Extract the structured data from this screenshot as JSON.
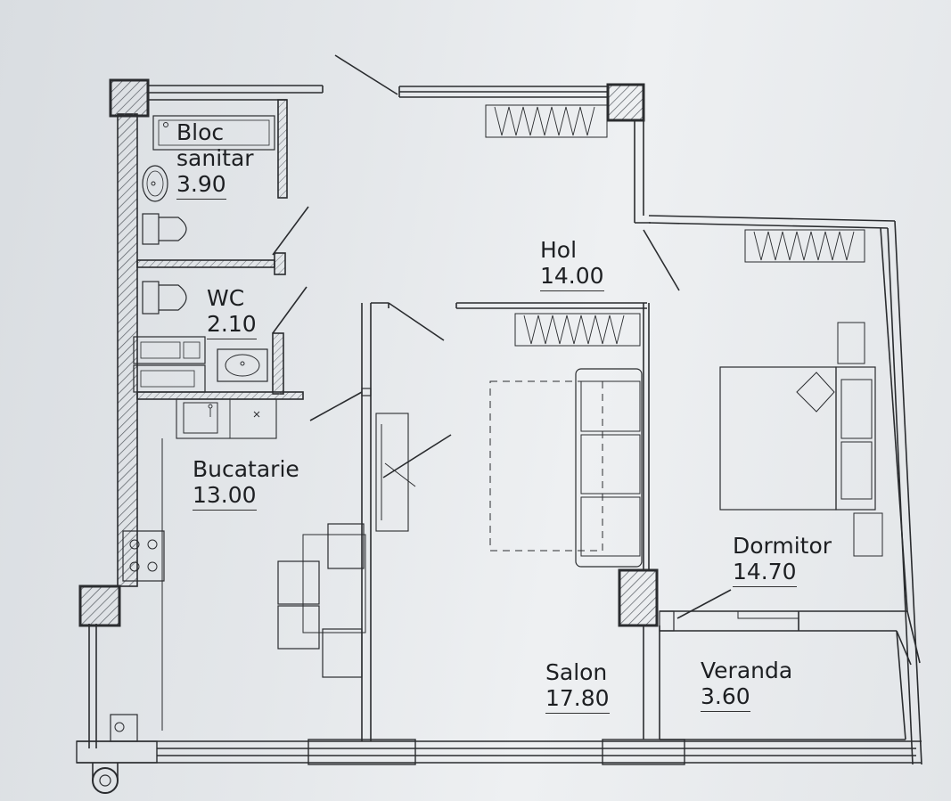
{
  "rooms": {
    "bloc_sanitar": {
      "name_line1": "Bloc",
      "name_line2": "sanitar",
      "area": "3.90"
    },
    "wc": {
      "name": "WC",
      "area": "2.10"
    },
    "hol": {
      "name": "Hol",
      "area": "14.00"
    },
    "bucatarie": {
      "name": "Bucatarie",
      "area": "13.00"
    },
    "dormitor": {
      "name": "Dormitor",
      "area": "14.70"
    },
    "salon": {
      "name": "Salon",
      "area": "17.80"
    },
    "veranda": {
      "name": "Veranda",
      "area": "3.60"
    }
  },
  "colors": {
    "line": "#2a2c2f",
    "hatch": "#555a60"
  }
}
